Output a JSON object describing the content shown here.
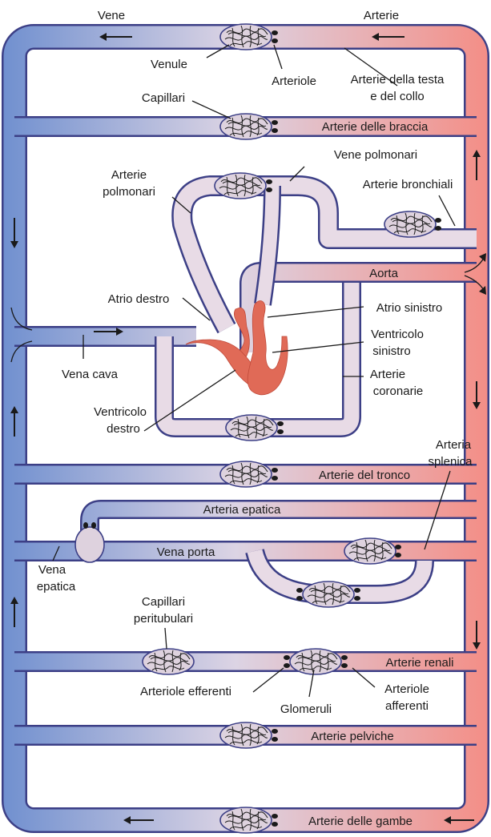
{
  "labels": {
    "vene": "Vene",
    "arterie": "Arterie",
    "venule": "Venule",
    "arteriole": "Arteriole",
    "arterie_testa_1": "Arterie della testa",
    "arterie_testa_2": "e del collo",
    "capillari": "Capillari",
    "arterie_braccia": "Arterie delle braccia",
    "vene_polmonari": "Vene polmonari",
    "arterie_polmonari_1": "Arterie",
    "arterie_polmonari_2": "polmonari",
    "arterie_bronchiali": "Arterie bronchiali",
    "aorta": "Aorta",
    "atrio_destro": "Atrio destro",
    "atrio_sinistro": "Atrio sinistro",
    "ventricolo_sinistro_1": "Ventricolo",
    "ventricolo_sinistro_2": "sinistro",
    "vena_cava": "Vena cava",
    "arterie_coronarie_1": "Arterie",
    "arterie_coronarie_2": "coronarie",
    "ventricolo_destro_1": "Ventricolo",
    "ventricolo_destro_2": "destro",
    "arteria_splenica_1": "Arteria",
    "arteria_splenica_2": "splenica",
    "arterie_tronco": "Arterie del tronco",
    "arteria_epatica": "Arteria epatica",
    "vena_porta": "Vena porta",
    "vena_epatica_1": "Vena",
    "vena_epatica_2": "epatica",
    "capillari_peritubulari_1": "Capillari",
    "capillari_peritubulari_2": "peritubulari",
    "arterie_renali": "Arterie renali",
    "arteriole_efferenti": "Arteriole efferenti",
    "glomeruli": "Glomeruli",
    "arteriole_afferenti_1": "Arteriole",
    "arteriole_afferenti_2": "afferenti",
    "arterie_pelviche": "Arterie pelviche",
    "arterie_gambe": "Arterie delle gambe"
  },
  "colors": {
    "venous_blue": "#6f8fcf",
    "arterial_red": "#f48d85",
    "heart_red": "#e06a57",
    "vessel_outline": "#3c3f86"
  }
}
